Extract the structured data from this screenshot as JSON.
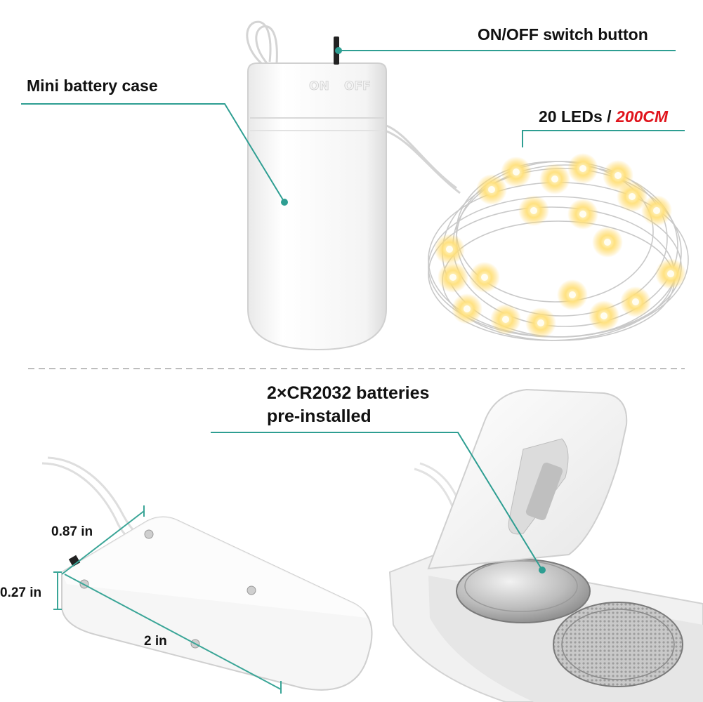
{
  "callouts": {
    "switch": "ON/OFF switch button",
    "battery_case": "Mini battery case",
    "leds_prefix": "20 LEDs /",
    "leds_length": "200CM",
    "batteries_line1": "2×CR2032 batteries",
    "batteries_line2": "pre-installed"
  },
  "case_marking": {
    "on": "ON",
    "off": "OFF"
  },
  "dimensions": {
    "width": "0.87 in",
    "height": "0.27 in",
    "length": "2 in"
  },
  "colors": {
    "leader_line": "#2e9e92",
    "accent_red": "#e0141c",
    "led_glow": "#ffd76a",
    "divider": "#bdbdbd"
  }
}
